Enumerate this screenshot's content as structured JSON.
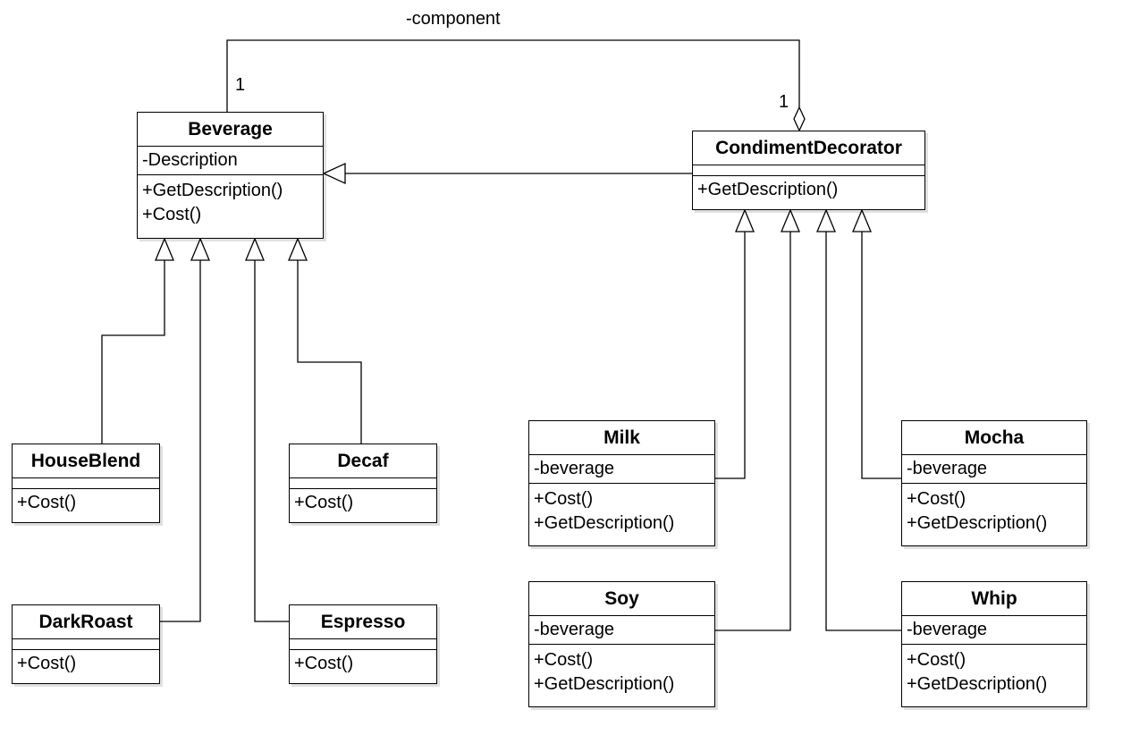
{
  "labels": {
    "association_role": "-component",
    "multiplicity_source": "1",
    "multiplicity_target": "1"
  },
  "classes": {
    "beverage": {
      "name": "Beverage",
      "attributes": [
        "-Description"
      ],
      "methods": [
        "+GetDescription()",
        "+Cost()"
      ]
    },
    "condiment_decorator": {
      "name": "CondimentDecorator",
      "attributes": [],
      "methods": [
        "+GetDescription()"
      ]
    },
    "house_blend": {
      "name": "HouseBlend",
      "attributes": [],
      "methods": [
        "+Cost()"
      ]
    },
    "decaf": {
      "name": "Decaf",
      "attributes": [],
      "methods": [
        "+Cost()"
      ]
    },
    "dark_roast": {
      "name": "DarkRoast",
      "attributes": [],
      "methods": [
        "+Cost()"
      ]
    },
    "espresso": {
      "name": "Espresso",
      "attributes": [],
      "methods": [
        "+Cost()"
      ]
    },
    "milk": {
      "name": "Milk",
      "attributes": [
        "-beverage"
      ],
      "methods": [
        "+Cost()",
        "+GetDescription()"
      ]
    },
    "mocha": {
      "name": "Mocha",
      "attributes": [
        "-beverage"
      ],
      "methods": [
        "+Cost()",
        "+GetDescription()"
      ]
    },
    "soy": {
      "name": "Soy",
      "attributes": [
        "-beverage"
      ],
      "methods": [
        "+Cost()",
        "+GetDescription()"
      ]
    },
    "whip": {
      "name": "Whip",
      "attributes": [
        "-beverage"
      ],
      "methods": [
        "+Cost()",
        "+GetDescription()"
      ]
    }
  }
}
